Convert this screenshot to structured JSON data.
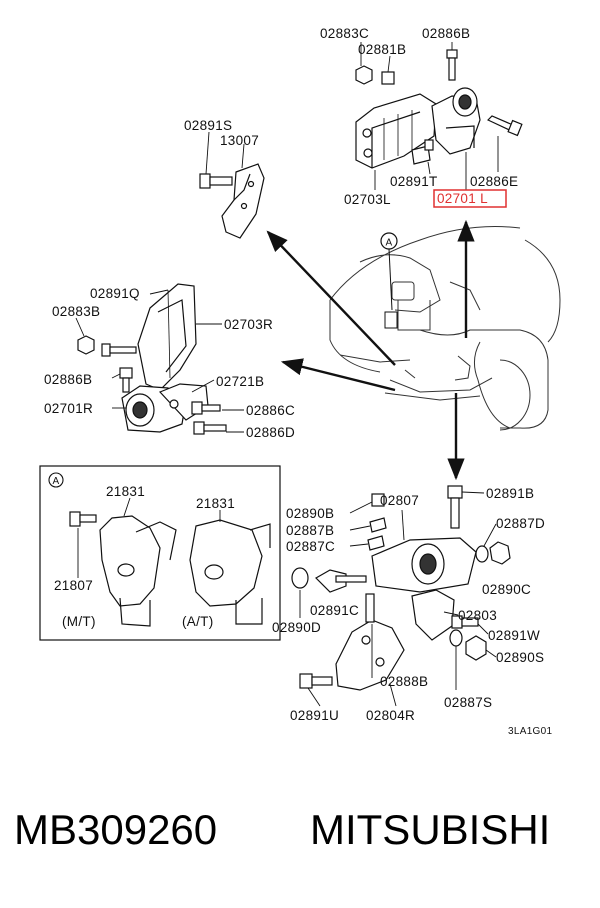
{
  "diagram": {
    "part_labels": {
      "p02883C": "02883C",
      "p02886B_top": "02886B",
      "p02881B": "02881B",
      "p02891S": "02891S",
      "p13007": "13007",
      "p02891T": "02891T",
      "p02886E": "02886E",
      "p02703L": "02703L",
      "p02701L": "02701 L",
      "p02891Q": "02891Q",
      "p02883B": "02883B",
      "p02703R": "02703R",
      "p02886B_left": "02886B",
      "p02721B": "02721B",
      "p02701R": "02701R",
      "p02886C": "02886C",
      "p02886D": "02886D",
      "p02890B": "02890B",
      "p02807": "02807",
      "p02891B": "02891B",
      "p02887B": "02887B",
      "p02887C": "02887C",
      "p02887D": "02887D",
      "p02890C": "02890C",
      "p02891C": "02891C",
      "p02803": "02803",
      "p02890D": "02890D",
      "p02891W": "02891W",
      "p02890S": "02890S",
      "p02888B": "02888B",
      "p02887S": "02887S",
      "p02891U": "02891U",
      "p02804R": "02804R"
    },
    "inset": {
      "marker": "A",
      "p21831_a": "21831",
      "p21831_b": "21831",
      "p21807": "21807",
      "mt": "(M/T)",
      "at": "(A/T)"
    },
    "engine_marker": "A",
    "drawing_code": "3LA1G01",
    "highlight_color": "#e03030"
  },
  "footer": {
    "part_number": "MB309260",
    "brand": "MITSUBISHI"
  }
}
